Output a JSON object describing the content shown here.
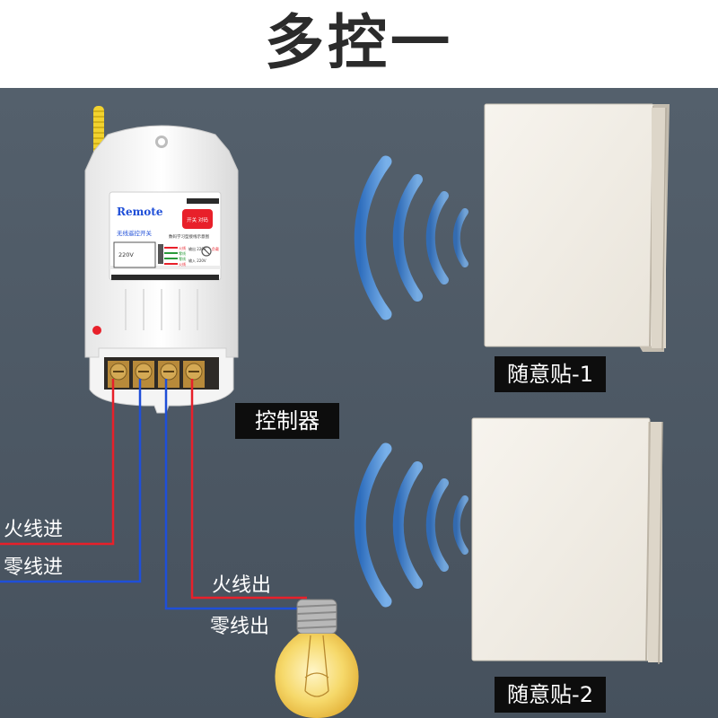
{
  "title": "多控一",
  "controller": {
    "label": "控制器",
    "brand": "Remote",
    "model_text": "无线遥控开关",
    "button_text": "开关 对码",
    "diagram_caption": "数码学习型接线示意图",
    "voltage": "220V",
    "pins": [
      "火线",
      "零线",
      "零线",
      "火线"
    ],
    "output_label": "输出 220V",
    "output_sub": "负载",
    "input_label": "输入 220V"
  },
  "switches": [
    {
      "label": "随意贴-1"
    },
    {
      "label": "随意贴-2"
    }
  ],
  "wires": {
    "live_in": "火线进",
    "neutral_in": "零线进",
    "live_out": "火线出",
    "neutral_out": "零线出"
  },
  "colors": {
    "background": "#4a5562",
    "header": "#ffffff",
    "live_wire": "#e8202a",
    "neutral_wire": "#1f4fd8",
    "signal": "#3a7fd0",
    "label_box": "#0d0d0d",
    "antenna": "#f2d22e",
    "bulb": "#f6d96b"
  }
}
